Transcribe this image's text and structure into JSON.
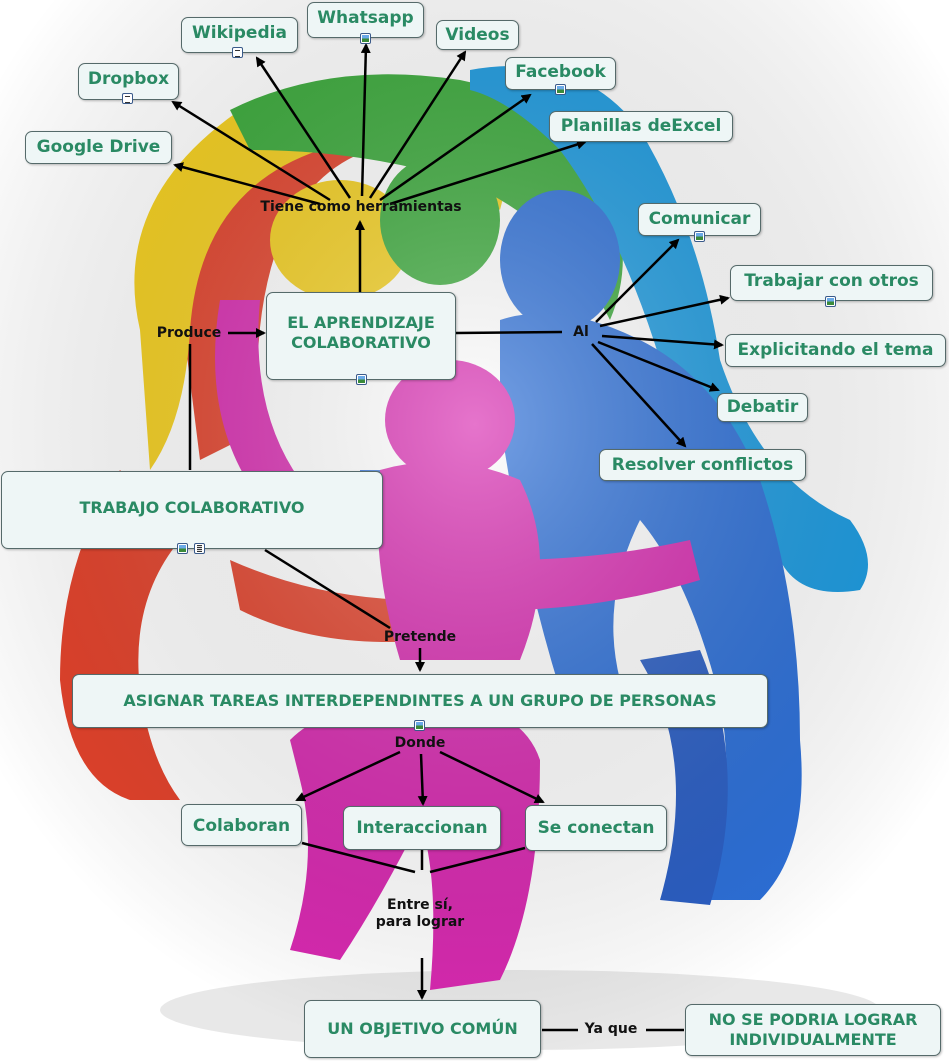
{
  "nodes": {
    "wikipedia": "Wikipedia",
    "whatsapp": "Whatsapp",
    "videos": "Videos",
    "facebook": "Facebook",
    "dropbox": "Dropbox",
    "google_drive": "Google Drive",
    "planillas": "Planillas deExcel",
    "comunicar": "Comunicar",
    "trabajar": "Trabajar con otros",
    "explicitando": "Explicitando el tema",
    "debatir": "Debatir",
    "resolver": "Resolver conflictos",
    "aprendizaje": "EL APRENDIZAJE\nCOLABORATIVO",
    "trabajo": "TRABAJO COLABORATIVO",
    "asignar": "ASIGNAR TAREAS INTERDEPENDINTES A UN GRUPO DE PERSONAS",
    "colaboran": "Colaboran",
    "interaccionan": "Interaccionan",
    "conectan": "Se conectan",
    "objetivo": "UN OBJETIVO COMÚN",
    "no_se_podria": "NO SE PODRIA LOGRAR\nINDIVIDUALMENTE"
  },
  "labels": {
    "tiene": "Tiene como herramientas",
    "produce": "Produce",
    "al": "Al",
    "pretende": "Pretende",
    "donde": "Donde",
    "entre": "Entre sí,\npara lograr",
    "ya_que": "Ya que"
  },
  "icons": {
    "wikipedia": "document-icon",
    "whatsapp": "image-icon",
    "facebook": "image-icon",
    "dropbox": "document-icon",
    "comunicar": "image-icon",
    "trabajar": "image-icon",
    "aprendizaje": "image-icon",
    "trabajo": [
      "image-icon",
      "video-icon"
    ],
    "asignar": "image-icon"
  },
  "colors": {
    "node_text": "#2a8a64",
    "node_fill": "#eef6f6",
    "node_border": "#556a6a",
    "label_text": "#111111",
    "figure_red": "#e2412a",
    "figure_yellow": "#f4cf1c",
    "figure_green": "#3aaa3a",
    "figure_blue": "#2c6fd8",
    "figure_lightblue": "#1a9ae0",
    "figure_magenta": "#d829b0"
  }
}
